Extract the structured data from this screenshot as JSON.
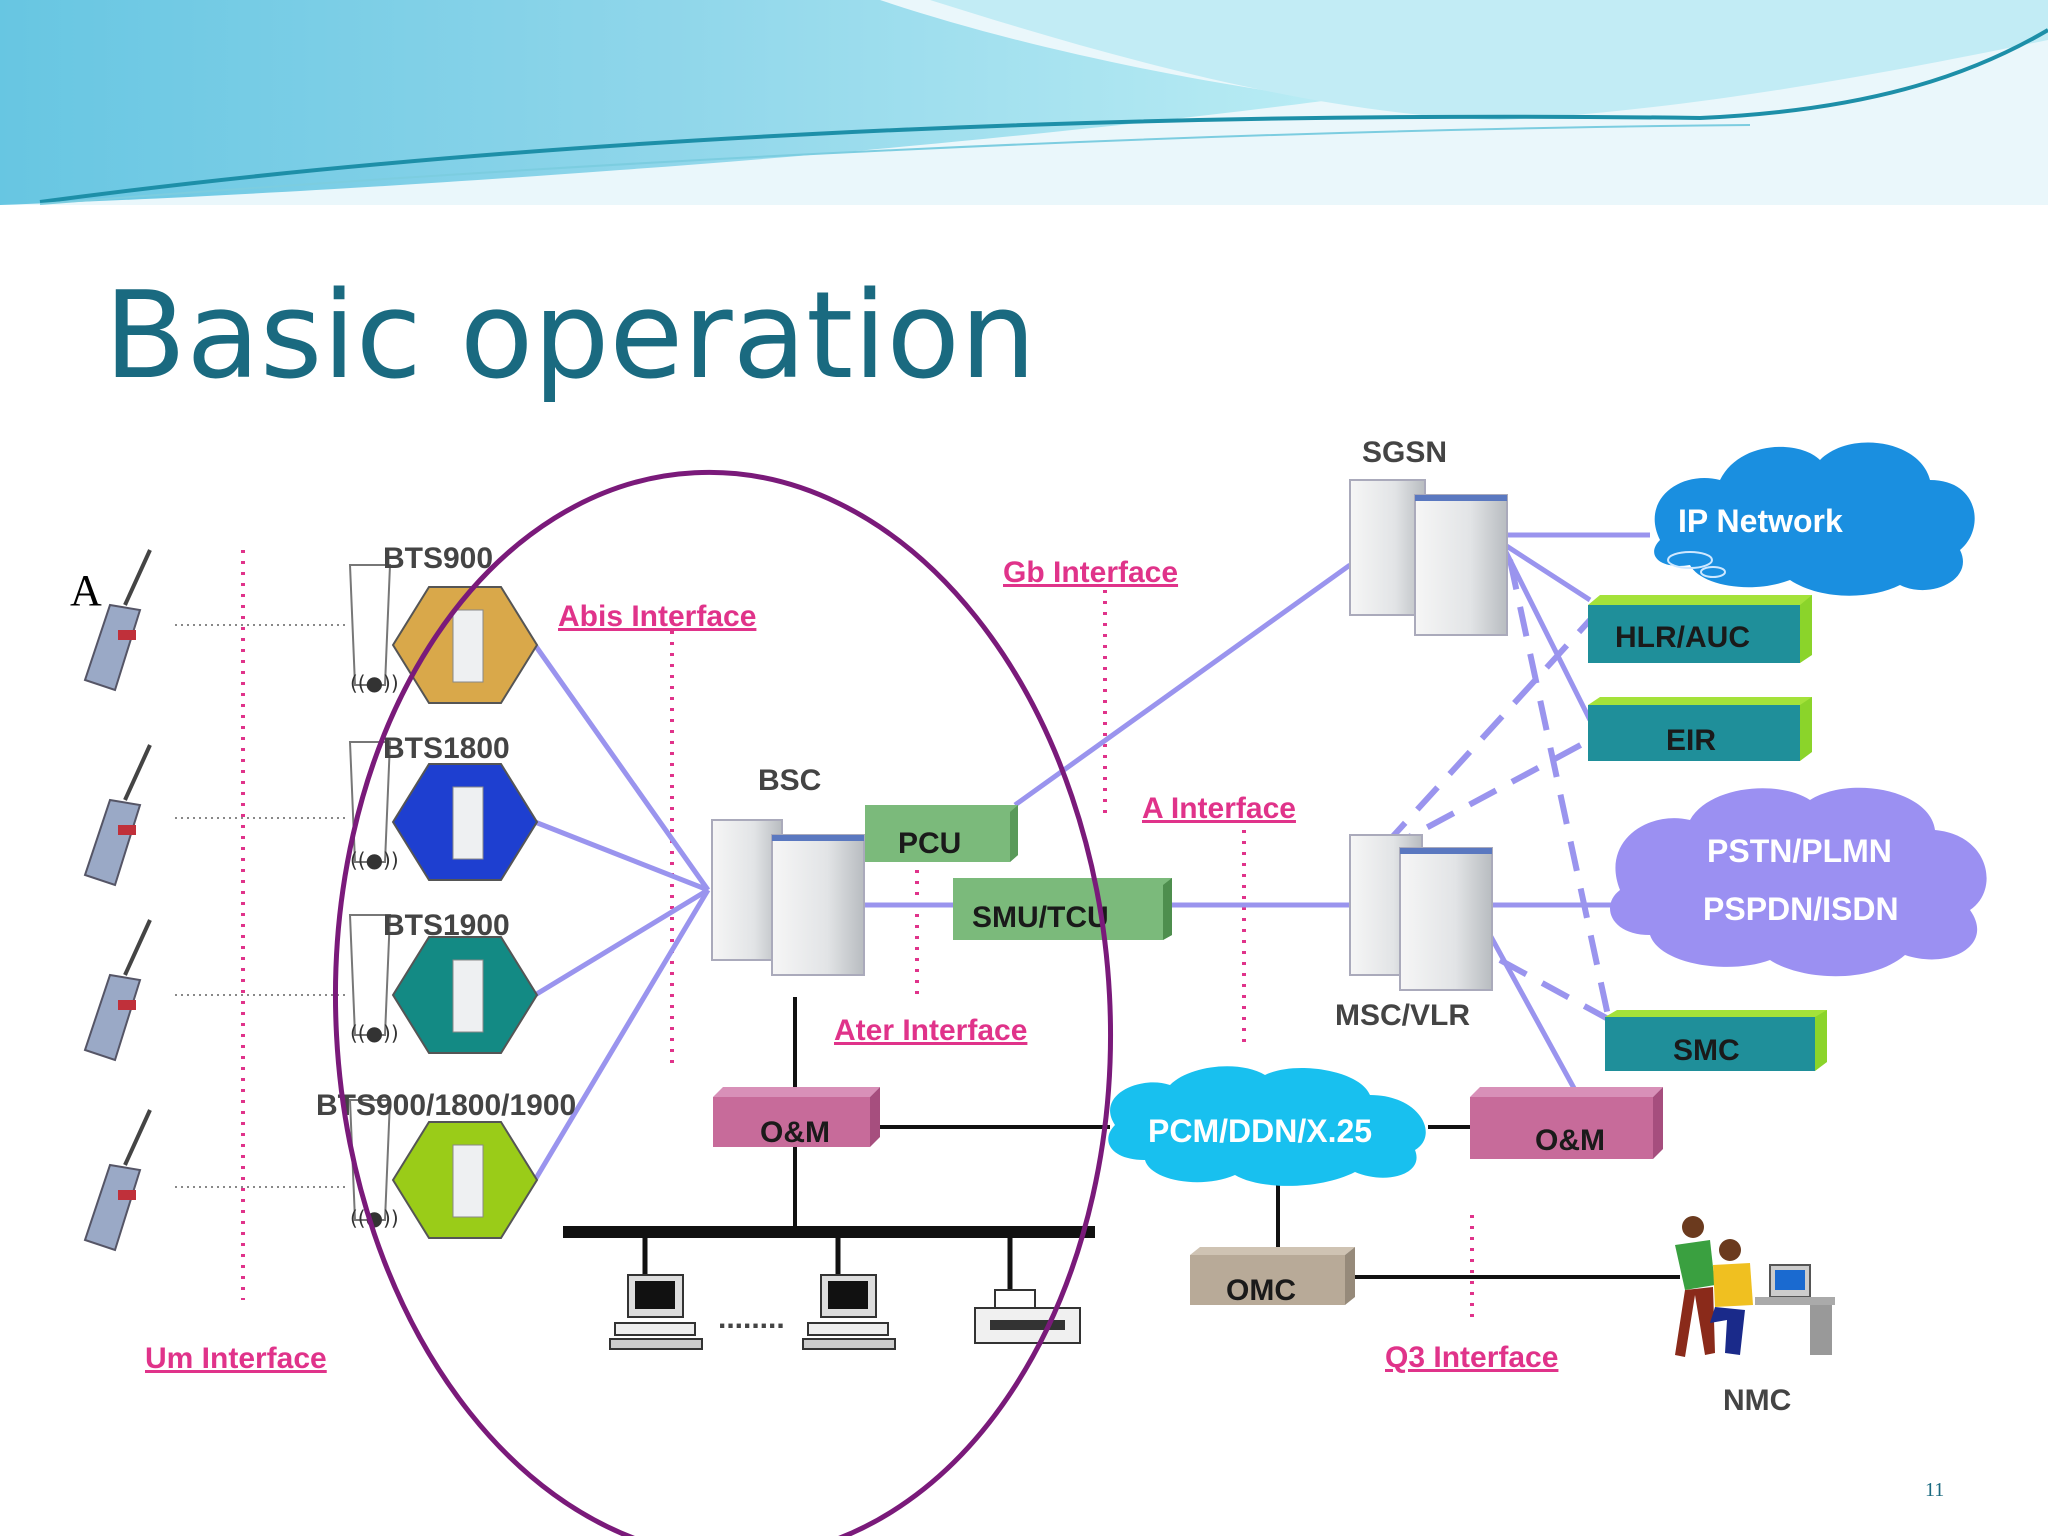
{
  "slide": {
    "title": "Basic operation",
    "marker": "A",
    "number": "11"
  },
  "bts": [
    {
      "label": "BTS900",
      "color": "#d9a84a"
    },
    {
      "label": "BTS1800",
      "color": "#1e3fd0"
    },
    {
      "label": "BTS1900",
      "color": "#138a84"
    },
    {
      "label": "BTS900/1800/1900",
      "color": "#9acc18"
    }
  ],
  "nodes": {
    "bsc": "BSC",
    "pcu": "PCU",
    "smu": "SMU/TCU",
    "sgsn": "SGSN",
    "msc": "MSC/VLR",
    "om_left": "O&M",
    "om_right": "O&M",
    "omc": "OMC",
    "nmc": "NMC",
    "hlr": "HLR/AUC",
    "eir": "EIR",
    "smc": "SMC"
  },
  "clouds": {
    "ip": "IP Network",
    "pstn_1": "PSTN/PLMN",
    "pstn_2": "PSPDN/ISDN",
    "pcm": "PCM/DDN/X.25"
  },
  "interfaces": {
    "um": "Um Interface",
    "abis": "Abis Interface",
    "gb": "Gb Interface",
    "a": "A Interface",
    "ater": "Ater Interface",
    "q3": "Q3 Interface"
  },
  "misc": {
    "dots": "........"
  },
  "colors": {
    "title": "#1a6a80",
    "interface_label": "#e0338a",
    "link_line": "#9a94ee",
    "ellipse": "#7a1a7a",
    "box_teal": "#1f8f9a",
    "box_green": "#7bba7b",
    "box_pink": "#c76b9a",
    "box_omc": "#b8aa98",
    "cloud_cyan": "#18c0ef",
    "cloud_blue": "#1a8fe0",
    "cloud_lav": "#9b90f2"
  }
}
